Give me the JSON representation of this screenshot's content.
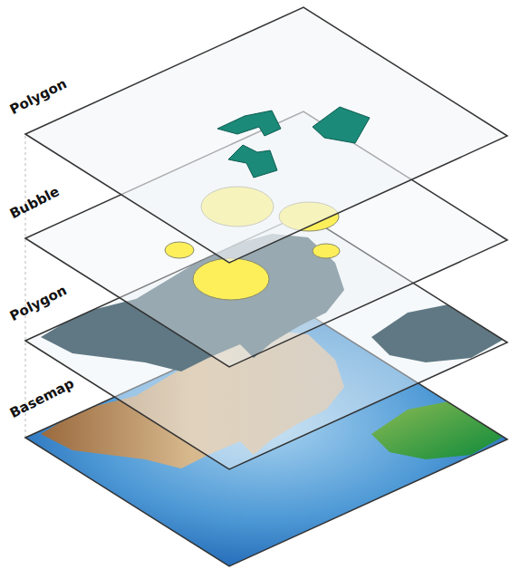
{
  "diagram": {
    "labels": [
      "Polygon",
      "Bubble",
      "Polygon",
      "Basemap"
    ]
  }
}
